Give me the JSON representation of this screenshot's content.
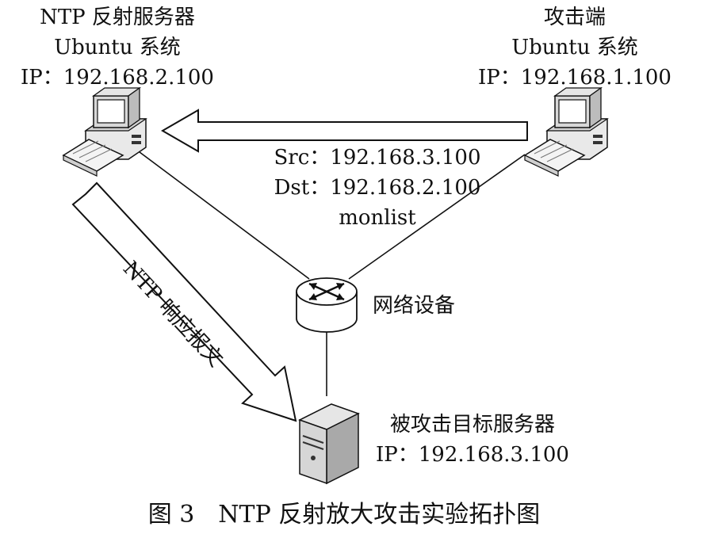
{
  "nodes": {
    "reflector": {
      "name": "NTP 反射服务器",
      "os": "Ubuntu 系统",
      "ip": "IP：192.168.2.100"
    },
    "attacker": {
      "name": "攻击端",
      "os": "Ubuntu 系统",
      "ip": "IP：192.168.1.100"
    },
    "router": {
      "name": "网络设备"
    },
    "victim": {
      "name": "被攻击目标服务器",
      "ip": "IP：192.168.3.100"
    }
  },
  "packets": {
    "request": {
      "src": "Src：192.168.3.100",
      "dst": "Dst：192.168.2.100",
      "payload": "monlist"
    },
    "response": {
      "label": "NTP 响应报文"
    }
  },
  "caption": "图 3　NTP 反射放大攻击实验拓扑图"
}
